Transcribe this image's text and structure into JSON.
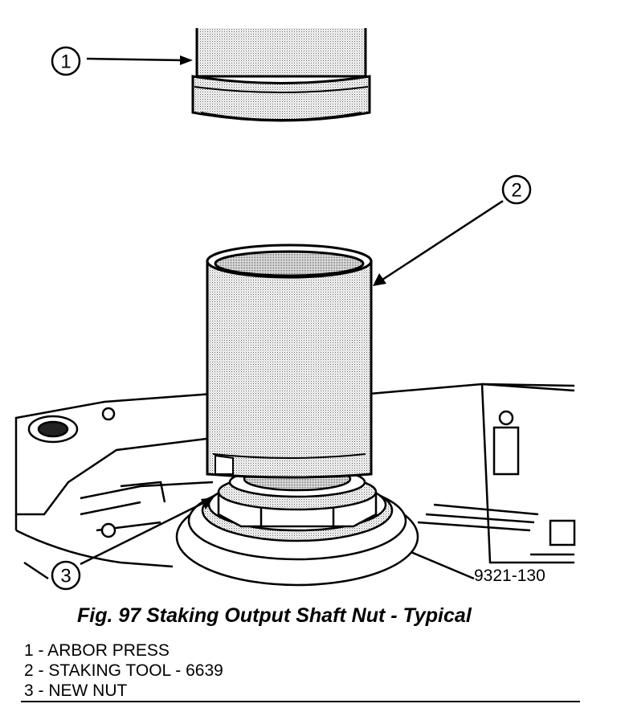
{
  "figure": {
    "callouts": [
      {
        "number": "1"
      },
      {
        "number": "2"
      },
      {
        "number": "3"
      }
    ],
    "figure_code": "9321-130",
    "colors": {
      "line": "#000000",
      "shade": "#c8c8c8",
      "background": "#ffffff"
    }
  },
  "caption": "Fig. 97 Staking Output Shaft Nut - Typical",
  "legend": [
    "1 - ARBOR PRESS",
    "2 - STAKING TOOL - 6639",
    "3 - NEW NUT"
  ]
}
